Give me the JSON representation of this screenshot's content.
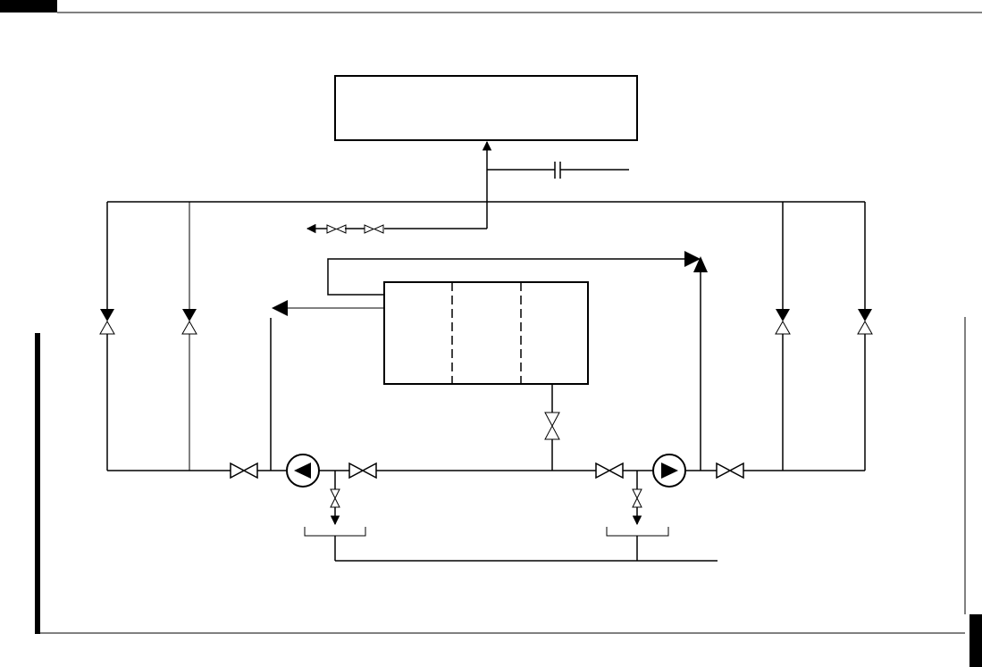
{
  "diagram": {
    "type": "piping-schematic",
    "texts": [],
    "colors": {
      "line": "#000000",
      "background": "#ffffff"
    },
    "symbols": {
      "pumps": [
        {
          "name": "pump-left",
          "direction": "left"
        },
        {
          "name": "pump-right",
          "direction": "right"
        }
      ],
      "tank_compartments": 3,
      "top_box": "equipment-box",
      "capacitor": "capacitor-symbol"
    }
  }
}
